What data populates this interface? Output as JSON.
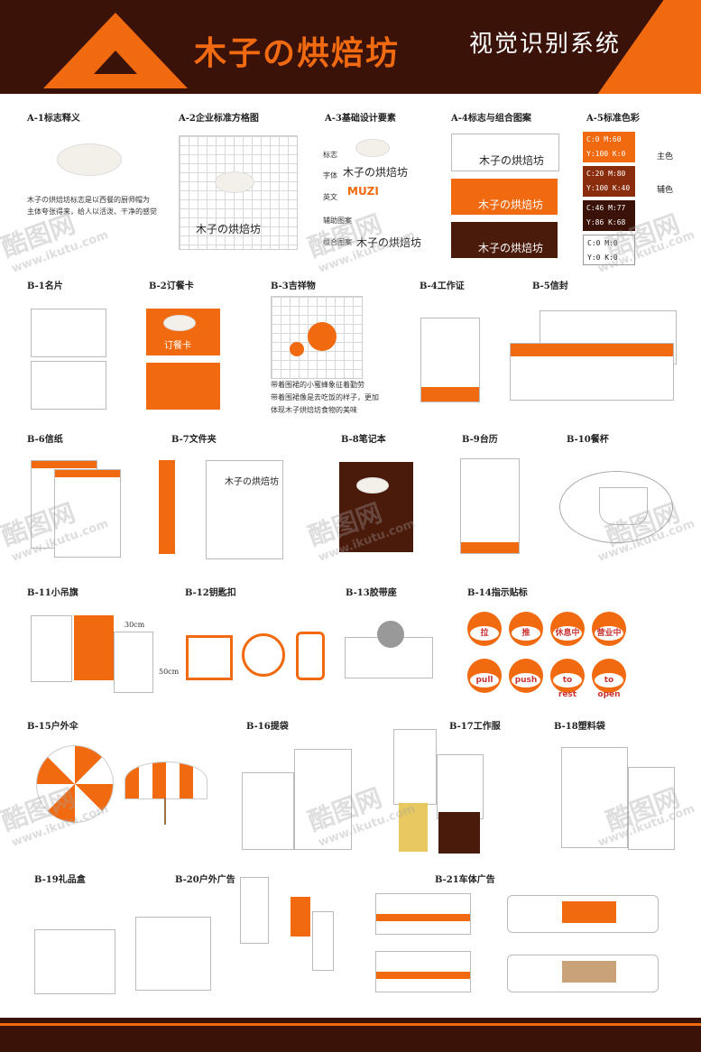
{
  "header": {
    "brand": "木子の烘焙坊",
    "system_title": "视觉识别系统"
  },
  "sections": {
    "a1": "A-1标志释义",
    "a2": "A-2企业标准方格图",
    "a3": "A-3基础设计要素",
    "a4": "A-4标志与组合图案",
    "a5": "A-5标准色彩",
    "b1": "B-1名片",
    "b2": "B-2订餐卡",
    "b3": "B-3吉祥物",
    "b4": "B-4工作证",
    "b5": "B-5信封",
    "b6": "B-6信纸",
    "b7": "B-7文件夹",
    "b8": "B-8笔记本",
    "b9": "B-9台历",
    "b10": "B-10餐杯",
    "b11": "B-11小吊旗",
    "b12": "B-12钥匙扣",
    "b13": "B-13胶带座",
    "b14": "B-14指示贴标",
    "b15": "B-15户外伞",
    "b16": "B-16提袋",
    "b17": "B-17工作服",
    "b18": "B-18塑料袋",
    "b19": "B-19礼品盒",
    "b20": "B-20户外广告",
    "b21": "B-21车体广告"
  },
  "a1_text": {
    "line1": "木子の烘焙坊标志是以西餐的厨师帽为",
    "line2": "主体夸张得来，给人以活泼、干净的感觉"
  },
  "a3_items": {
    "logo": "标志",
    "font": "字体",
    "english": "英文",
    "pattern": "辅助图案",
    "combo": "组合图案"
  },
  "logo_text": "木子の烘焙坊",
  "english_text": "MUZI",
  "colors": {
    "swatches": [
      {
        "line1": "C:0    M:60",
        "line2": "Y:100  K:0",
        "color": "#f26a10"
      },
      {
        "line1": "C:20   M:80",
        "line2": "Y:100  K:40",
        "color": "#8a2d0c"
      },
      {
        "line1": "C:46   M:77",
        "line2": "Y:86   K:68",
        "color": "#3a1208"
      },
      {
        "line1": "C:0    M:0",
        "line2": "Y:0    K:0",
        "color": "#ffffff"
      }
    ],
    "main_label": "主色",
    "aux_label": "辅色"
  },
  "b2_card": "订餐卡",
  "b3_text": {
    "line1": "带着围裙的小蜜蜂象征着勤劳",
    "line2": "带着围裙像是去吃饭的样子，更加",
    "line3": "体现木子烘焙坊食物的美味"
  },
  "b11_dims": {
    "w": "30cm",
    "h": "50cm"
  },
  "b14_signs": [
    "拉",
    "推",
    "休息中",
    "营业中",
    "pull",
    "push",
    "to rest",
    "to open"
  ],
  "watermarks": {
    "cn": "酷图网",
    "url": "www.ikutu.com"
  }
}
